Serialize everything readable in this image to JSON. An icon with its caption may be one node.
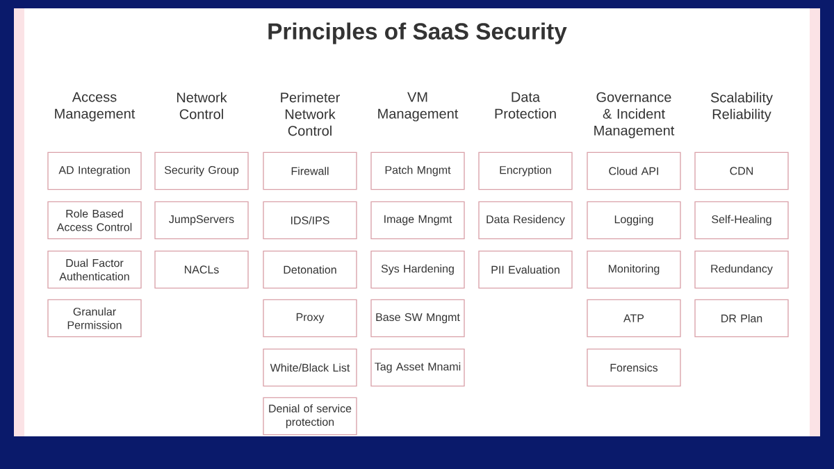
{
  "diagram": {
    "title": "Principles of SaaS Security",
    "nodes": [
      {
        "text": [
          "AD Integration"
        ]
      },
      {
        "text": [
          "Role Based Access Control"
        ]
      },
      {
        "text": [
          "Dual Factor Authentication"
        ]
      },
      {
        "text": [
          "Granular Permission"
        ]
      },
      {
        "text": [
          "Security Group"
        ]
      },
      {
        "text": [
          "JumpServers"
        ]
      },
      {
        "text": [
          "NACLs"
        ]
      },
      {
        "text": [
          "Firewall"
        ]
      },
      {
        "text": [
          "IDS/IPS"
        ]
      },
      {
        "text": [
          "Detonation"
        ]
      },
      {
        "text": [
          "Proxy"
        ]
      },
      {
        "text": [
          "White/Black List"
        ]
      },
      {
        "text": [
          "Denial of service protection"
        ]
      },
      {
        "text": [
          "Patch Mngmt"
        ]
      },
      {
        "text": [
          "Image Mngmt"
        ]
      },
      {
        "text": [
          "Sys Hardening"
        ]
      },
      {
        "text": [
          "Base SW Mngmt"
        ]
      },
      {
        "text": [
          "Tag Asset Mnami"
        ]
      },
      {
        "text": [
          "Encryption"
        ]
      },
      {
        "text": [
          "Data Residency"
        ]
      },
      {
        "text": [
          "PII Evaluation"
        ]
      },
      {
        "text": [
          "Cloud API"
        ]
      },
      {
        "text": [
          "Logging"
        ]
      },
      {
        "text": [
          "Monitoring"
        ]
      },
      {
        "text": [
          "ATP"
        ]
      },
      {
        "text": [
          "Forensics"
        ]
      },
      {
        "text": [
          "CDN"
        ]
      },
      {
        "text": [
          "Self-Healing"
        ]
      },
      {
        "text": [
          "Redundancy"
        ]
      },
      {
        "text": [
          "DR Plan"
        ]
      }
    ],
    "labels": [
      "Access Management",
      "Network Control",
      "Perimeter Network Control",
      "VM Management",
      "Data Protection",
      "Governance & Incident Management",
      "Scalability Reliability"
    ]
  }
}
